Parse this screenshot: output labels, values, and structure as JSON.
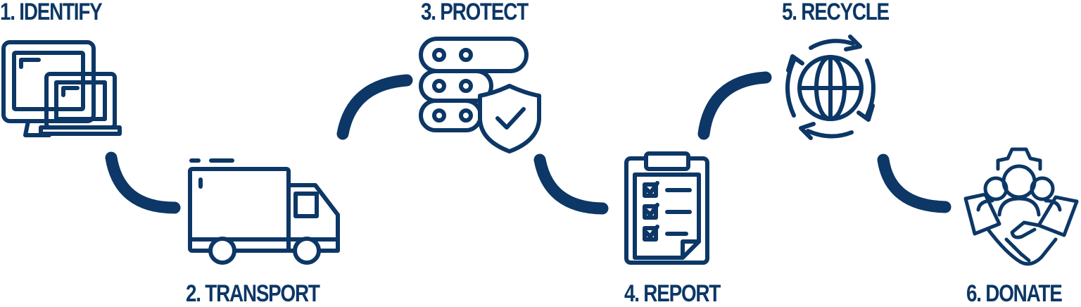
{
  "colors": {
    "primary": "#0c3766",
    "background": "#ffffff"
  },
  "steps": [
    {
      "label": "1. IDENTIFY",
      "icon": "computer-laptop-icon"
    },
    {
      "label": "2. TRANSPORT",
      "icon": "delivery-truck-icon"
    },
    {
      "label": "3. PROTECT",
      "icon": "server-shield-icon"
    },
    {
      "label": "4. REPORT",
      "icon": "clipboard-checklist-icon"
    },
    {
      "label": "5. RECYCLE",
      "icon": "globe-recycle-icon"
    },
    {
      "label": "6. DONATE",
      "icon": "handshake-community-icon"
    }
  ]
}
